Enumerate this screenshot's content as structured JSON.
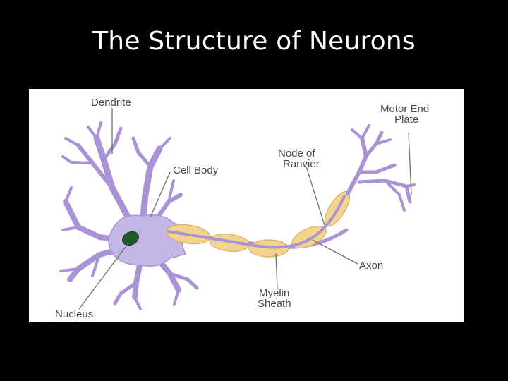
{
  "slide": {
    "title": "The Structure of Neurons"
  },
  "diagram": {
    "labels": {
      "dendrite": "Dendrite",
      "cell_body": "Cell Body",
      "nucleus": "Nucleus",
      "node_of_ranvier": [
        "Node of",
        "Ranvier"
      ],
      "motor_end_plate": [
        "Motor End",
        "Plate"
      ],
      "axon": "Axon",
      "myelin_sheath": [
        "Myelin",
        "Sheath"
      ]
    },
    "colors": {
      "neuron_body": "#c4b6e6",
      "neuron_outline": "#a993d6",
      "myelin": "#f3d48e",
      "myelin_outline": "#d9b35a",
      "nucleus": "#1f5a2b",
      "label_text": "#4a4a4a",
      "leader_line": "#6f6f6f"
    }
  }
}
